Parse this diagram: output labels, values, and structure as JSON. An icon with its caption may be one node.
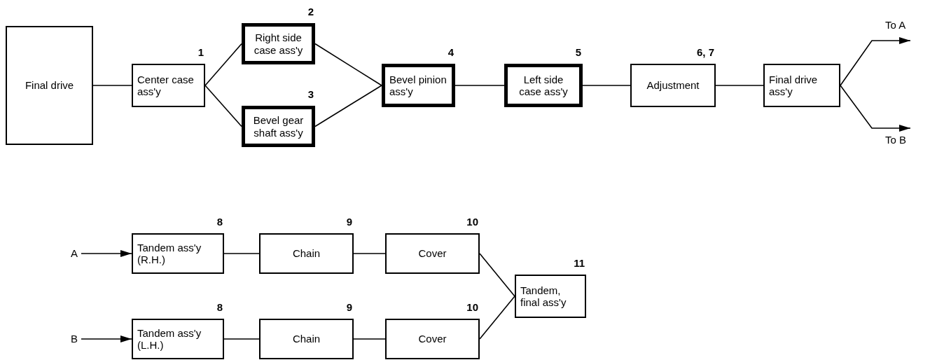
{
  "diagram": {
    "nodes": [
      {
        "text": [
          "Final drive"
        ]
      },
      {
        "text": [
          "Center case ass'y"
        ],
        "beside": [
          "1"
        ]
      },
      {
        "text": [
          "Right side case ass'y"
        ],
        "beside": [
          "2"
        ]
      },
      {
        "text": [
          "Bevel gear shaft ass'y"
        ],
        "beside": [
          "3"
        ]
      },
      {
        "text": [
          "Bevel pinion ass'y"
        ],
        "beside": [
          "4"
        ]
      },
      {
        "text": [
          "Left side case ass'y"
        ],
        "beside": [
          "5"
        ]
      },
      {
        "text": [
          "Adjustment"
        ],
        "beside": [
          "6, 7"
        ]
      },
      {
        "text": [
          "Final drive ass'y"
        ]
      },
      {
        "text": [
          "A"
        ]
      },
      {
        "text": [
          "Tandem ass'y (R.H.)"
        ],
        "beside": [
          "8"
        ]
      },
      {
        "text": [
          "Chain"
        ],
        "beside": [
          "9"
        ]
      },
      {
        "text": [
          "Cover"
        ],
        "beside": [
          "10"
        ]
      },
      {
        "text": [
          "B"
        ]
      },
      {
        "text": [
          "Tandem ass'y (L.H.)"
        ],
        "beside": [
          "8"
        ]
      },
      {
        "text": [
          "Chain"
        ],
        "beside": [
          "9"
        ]
      },
      {
        "text": [
          "Cover"
        ],
        "beside": [
          "10"
        ]
      },
      {
        "text": [
          "Tandem, final ass'y"
        ],
        "beside": [
          "11"
        ]
      }
    ],
    "edges": [
      {
        "from": 0,
        "to": 1,
        "arrow": "none"
      },
      {
        "from": 1,
        "to": 2,
        "arrow": "none"
      },
      {
        "from": 1,
        "to": 3,
        "arrow": "none"
      },
      {
        "from": 2,
        "to": 4,
        "arrow": "none"
      },
      {
        "from": 3,
        "to": 4,
        "arrow": "none"
      },
      {
        "from": 4,
        "to": 5,
        "arrow": "none"
      },
      {
        "from": 5,
        "to": 6,
        "arrow": "none"
      },
      {
        "from": 6,
        "to": 7,
        "arrow": "none"
      },
      {
        "from": 7,
        "to": null,
        "arrow": "to",
        "label": "To A"
      },
      {
        "from": 7,
        "to": null,
        "arrow": "to",
        "label": "To B"
      },
      {
        "from": 8,
        "to": 9,
        "arrow": "to"
      },
      {
        "from": 9,
        "to": 10,
        "arrow": "none"
      },
      {
        "from": 10,
        "to": 11,
        "arrow": "none"
      },
      {
        "from": 12,
        "to": 13,
        "arrow": "to"
      },
      {
        "from": 13,
        "to": 14,
        "arrow": "none"
      },
      {
        "from": 14,
        "to": 15,
        "arrow": "none"
      },
      {
        "from": 11,
        "to": 16,
        "arrow": "none"
      },
      {
        "from": 15,
        "to": 16,
        "arrow": "none"
      }
    ]
  }
}
